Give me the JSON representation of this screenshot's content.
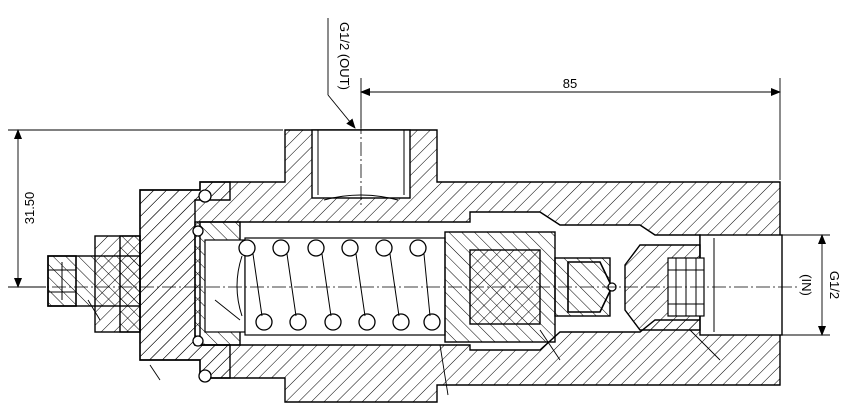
{
  "annotations": {
    "outlet_port": "G1/2 (OUT)",
    "inlet_port_size": "G1/2",
    "inlet_port_tag": "(IN)",
    "length_dim": "85",
    "height_dim": "31.50"
  }
}
